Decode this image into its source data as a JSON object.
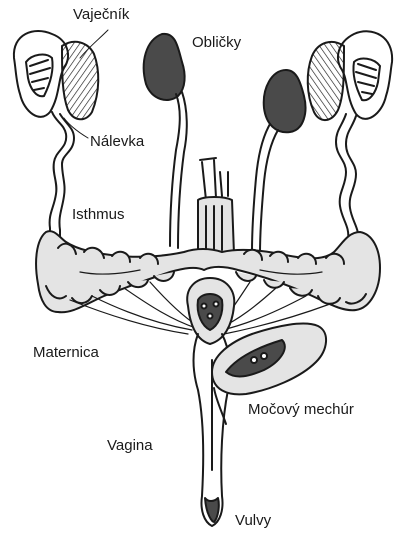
{
  "labels": {
    "ovary": "Vaječník",
    "kidney": "Obličky",
    "funnel": "Nálevka",
    "isthmus": "Isthmus",
    "uterus": "Maternica",
    "bladder": "Močový mechúr",
    "vagina": "Vagina",
    "vulva": "Vulvy"
  },
  "colors": {
    "ink": "#1a1a1a",
    "organ_fill": "#e4e4e4",
    "kidney_fill": "#4a4a4a",
    "background": "#ffffff"
  }
}
